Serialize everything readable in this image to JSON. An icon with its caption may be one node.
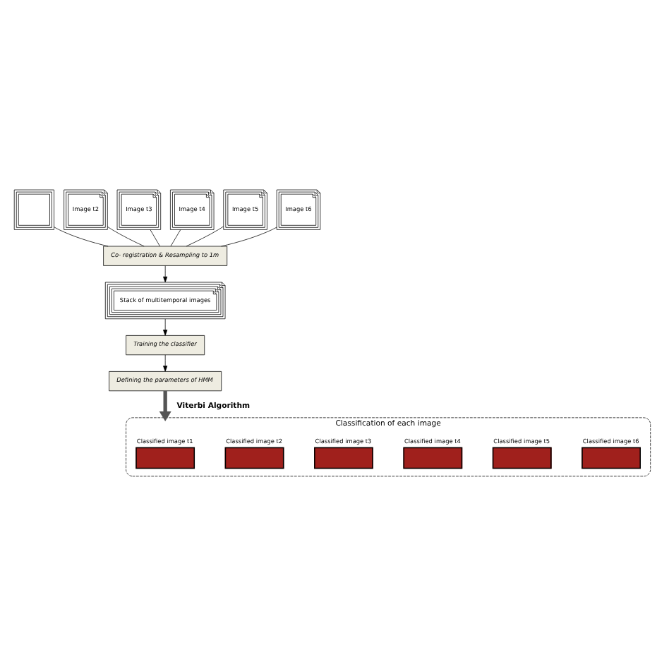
{
  "diagram": {
    "nodes": [
      {
        "text": [],
        "shape": "box"
      },
      {
        "text": [
          "Image t2"
        ]
      },
      {
        "text": [
          "Image t3"
        ]
      },
      {
        "text": [
          "Image t4"
        ]
      },
      {
        "text": [
          "Image t5"
        ]
      },
      {
        "text": [
          "Image t6"
        ]
      },
      {
        "text": [
          "Co- registration & Resampling to 1m"
        ]
      },
      {
        "text": [
          "Stack of multitemporal images"
        ]
      },
      {
        "text": [
          "Training the classifier"
        ]
      },
      {
        "text": [
          "Defining the parameters of HMM"
        ]
      },
      {
        "text": [
          "Classification of each image"
        ]
      },
      {
        "text": [
          "Classified image t1"
        ],
        "in": 10
      },
      {
        "text": [
          "Classified image t2"
        ],
        "in": 10
      },
      {
        "text": [
          "Classified image t3"
        ],
        "in": 10
      },
      {
        "text": [
          "Classified image t4"
        ],
        "in": 10
      },
      {
        "text": [
          "Classified image t5"
        ],
        "in": 10
      },
      {
        "text": [
          "Classified image t6"
        ],
        "in": 10
      }
    ],
    "edges": [
      {
        "from": 0,
        "to": 6,
        "arrow": "none"
      },
      {
        "from": 1,
        "to": 6,
        "arrow": "none"
      },
      {
        "from": 2,
        "to": 6,
        "arrow": "none"
      },
      {
        "from": 3,
        "to": 6,
        "arrow": "none"
      },
      {
        "from": 4,
        "to": 6,
        "arrow": "none"
      },
      {
        "from": 5,
        "to": 6,
        "arrow": "none"
      },
      {
        "from": 6,
        "to": 7,
        "arrow": "to"
      },
      {
        "from": 7,
        "to": 8,
        "arrow": "to"
      },
      {
        "from": 8,
        "to": 9,
        "arrow": "to"
      },
      {
        "from": 9,
        "to": 10,
        "arrow": "to",
        "label": "Viterbi Algorithm",
        "style": "thick"
      }
    ]
  }
}
